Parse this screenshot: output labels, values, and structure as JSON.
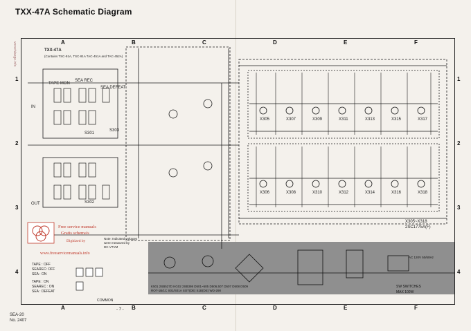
{
  "title": "TXX-47A Schematic Diagram",
  "columns": [
    "A",
    "B",
    "C",
    "D",
    "E",
    "F"
  ],
  "rows": [
    "1",
    "2",
    "3",
    "4"
  ],
  "board": {
    "name": "TXX-47A",
    "sub": "(Contains TSC-91A, TSC-91A TAC-451A and TAC-452A)"
  },
  "labels": {
    "sea_rec": "SEA REC",
    "sea_defeat": "SEA DEFEAT",
    "tape_mon": "TAPE MON",
    "in": "IN",
    "out": "OUT",
    "s303": "S303",
    "s301": "S301",
    "s302": "S302",
    "common": "COMMON",
    "bottom_note": "K501 2SB527D  KG02 2SB398  D501~505  D506,507  D507 D508 D509",
    "bottom_note2": "ROT-1B/1C  S01/S01A  SOT(DE)  S1B(DE)  WD-290",
    "switch": "SW SWITCHES",
    "max": "MAX 100W",
    "ac": "AC 120V 50/60Hz",
    "x_range": "X305~X318",
    "tr_type": "2SC1775A(F)",
    "bottom_left": "SEA-20",
    "bottom_no": "No. 2407",
    "page_num": "- 7 -"
  },
  "watermark": {
    "line1": "Free service manuals",
    "line2": "Gratis schema's",
    "line3": "Digitized by",
    "url": "www.freeservicemanuals.info",
    "side": "vorschlaege.info"
  },
  "note": {
    "text1": "Note: Indicated voltages",
    "text2": "were measured by",
    "text3": "DC VTVM"
  },
  "tape_legend": {
    "l1": "TAPE : OFF",
    "l2": "SEAREC: OFF",
    "l3": "SEA : ON",
    "l4": "TAPE : ON",
    "l5": "SEAREC : ON",
    "l6": "SEA : DEFEAT"
  },
  "transistors_top": [
    "X305",
    "X307",
    "X309",
    "X311",
    "X313",
    "X315",
    "X317"
  ],
  "transistors_bot": [
    "X306",
    "X308",
    "X310",
    "X312",
    "X314",
    "X316",
    "X318"
  ],
  "colors": {
    "ink": "#1a1a1a",
    "panel": "#8a8a8a",
    "wm": "#c0392b",
    "paper": "#f4f1ec"
  }
}
